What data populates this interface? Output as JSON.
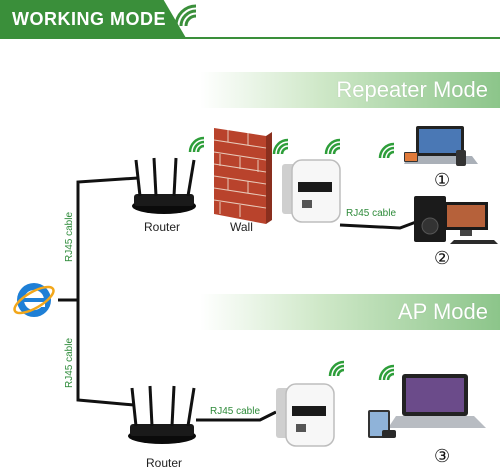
{
  "header": {
    "title": "WORKING MODE"
  },
  "modes": {
    "repeater": "Repeater Mode",
    "ap": "AP Mode"
  },
  "labels": {
    "router_top": "Router",
    "wall": "Wall",
    "router_bottom": "Router",
    "cable_vertical_top": "RJ45 cable",
    "cable_vertical_bottom": "RJ45 cable",
    "cable_repeater": "RJ45 cable",
    "cable_ap": "RJ45 cable"
  },
  "numbers": {
    "one": "①",
    "two": "②",
    "three": "③"
  },
  "colors": {
    "accent": "#3a8f3a",
    "wifi": "#2e9e3a",
    "brick": "#b9432c"
  }
}
